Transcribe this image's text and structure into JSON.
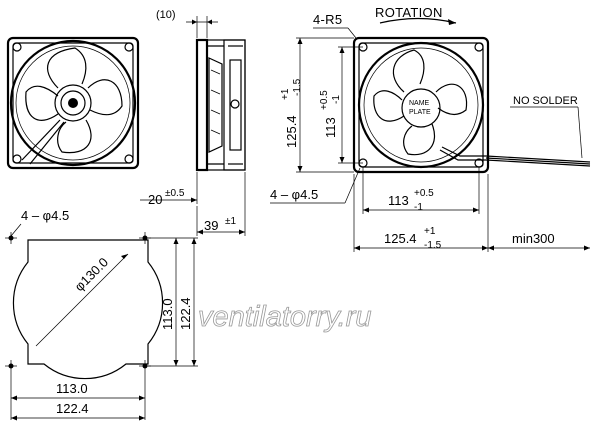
{
  "labels": {
    "rotation": "ROTATION",
    "corner_radius": "4-R5",
    "side_offset": "(10)",
    "no_solder": "NO SOLDER",
    "hole_side": "4 – φ4.5",
    "hole_panel": "4 – φ4.5",
    "name_plate_line1": "NAME",
    "name_plate_line2": "PLATE",
    "watermark": "ventilatorry.ru"
  },
  "dimensions": {
    "depth_flange": {
      "value": "20",
      "tol": "±0.5"
    },
    "depth_total": {
      "value": "39",
      "tol": "±1"
    },
    "height_outer": {
      "value": "125.4",
      "tol_plus": "+1",
      "tol_minus": "-1.5"
    },
    "height_hole": {
      "value": "113",
      "tol_plus": "+0.5",
      "tol_minus": "-1"
    },
    "width_hole": {
      "value": "113",
      "tol_plus": "+0.5",
      "tol_minus": "-1"
    },
    "width_outer": {
      "value": "125.4",
      "tol_plus": "+1",
      "tol_minus": "-1.5"
    },
    "lead_length": "min300",
    "panel_diameter": "φ130.0",
    "panel_hole_v": "113.0",
    "panel_outer_v": "122.4",
    "panel_hole_h": "113.0",
    "panel_outer_h": "122.4"
  }
}
